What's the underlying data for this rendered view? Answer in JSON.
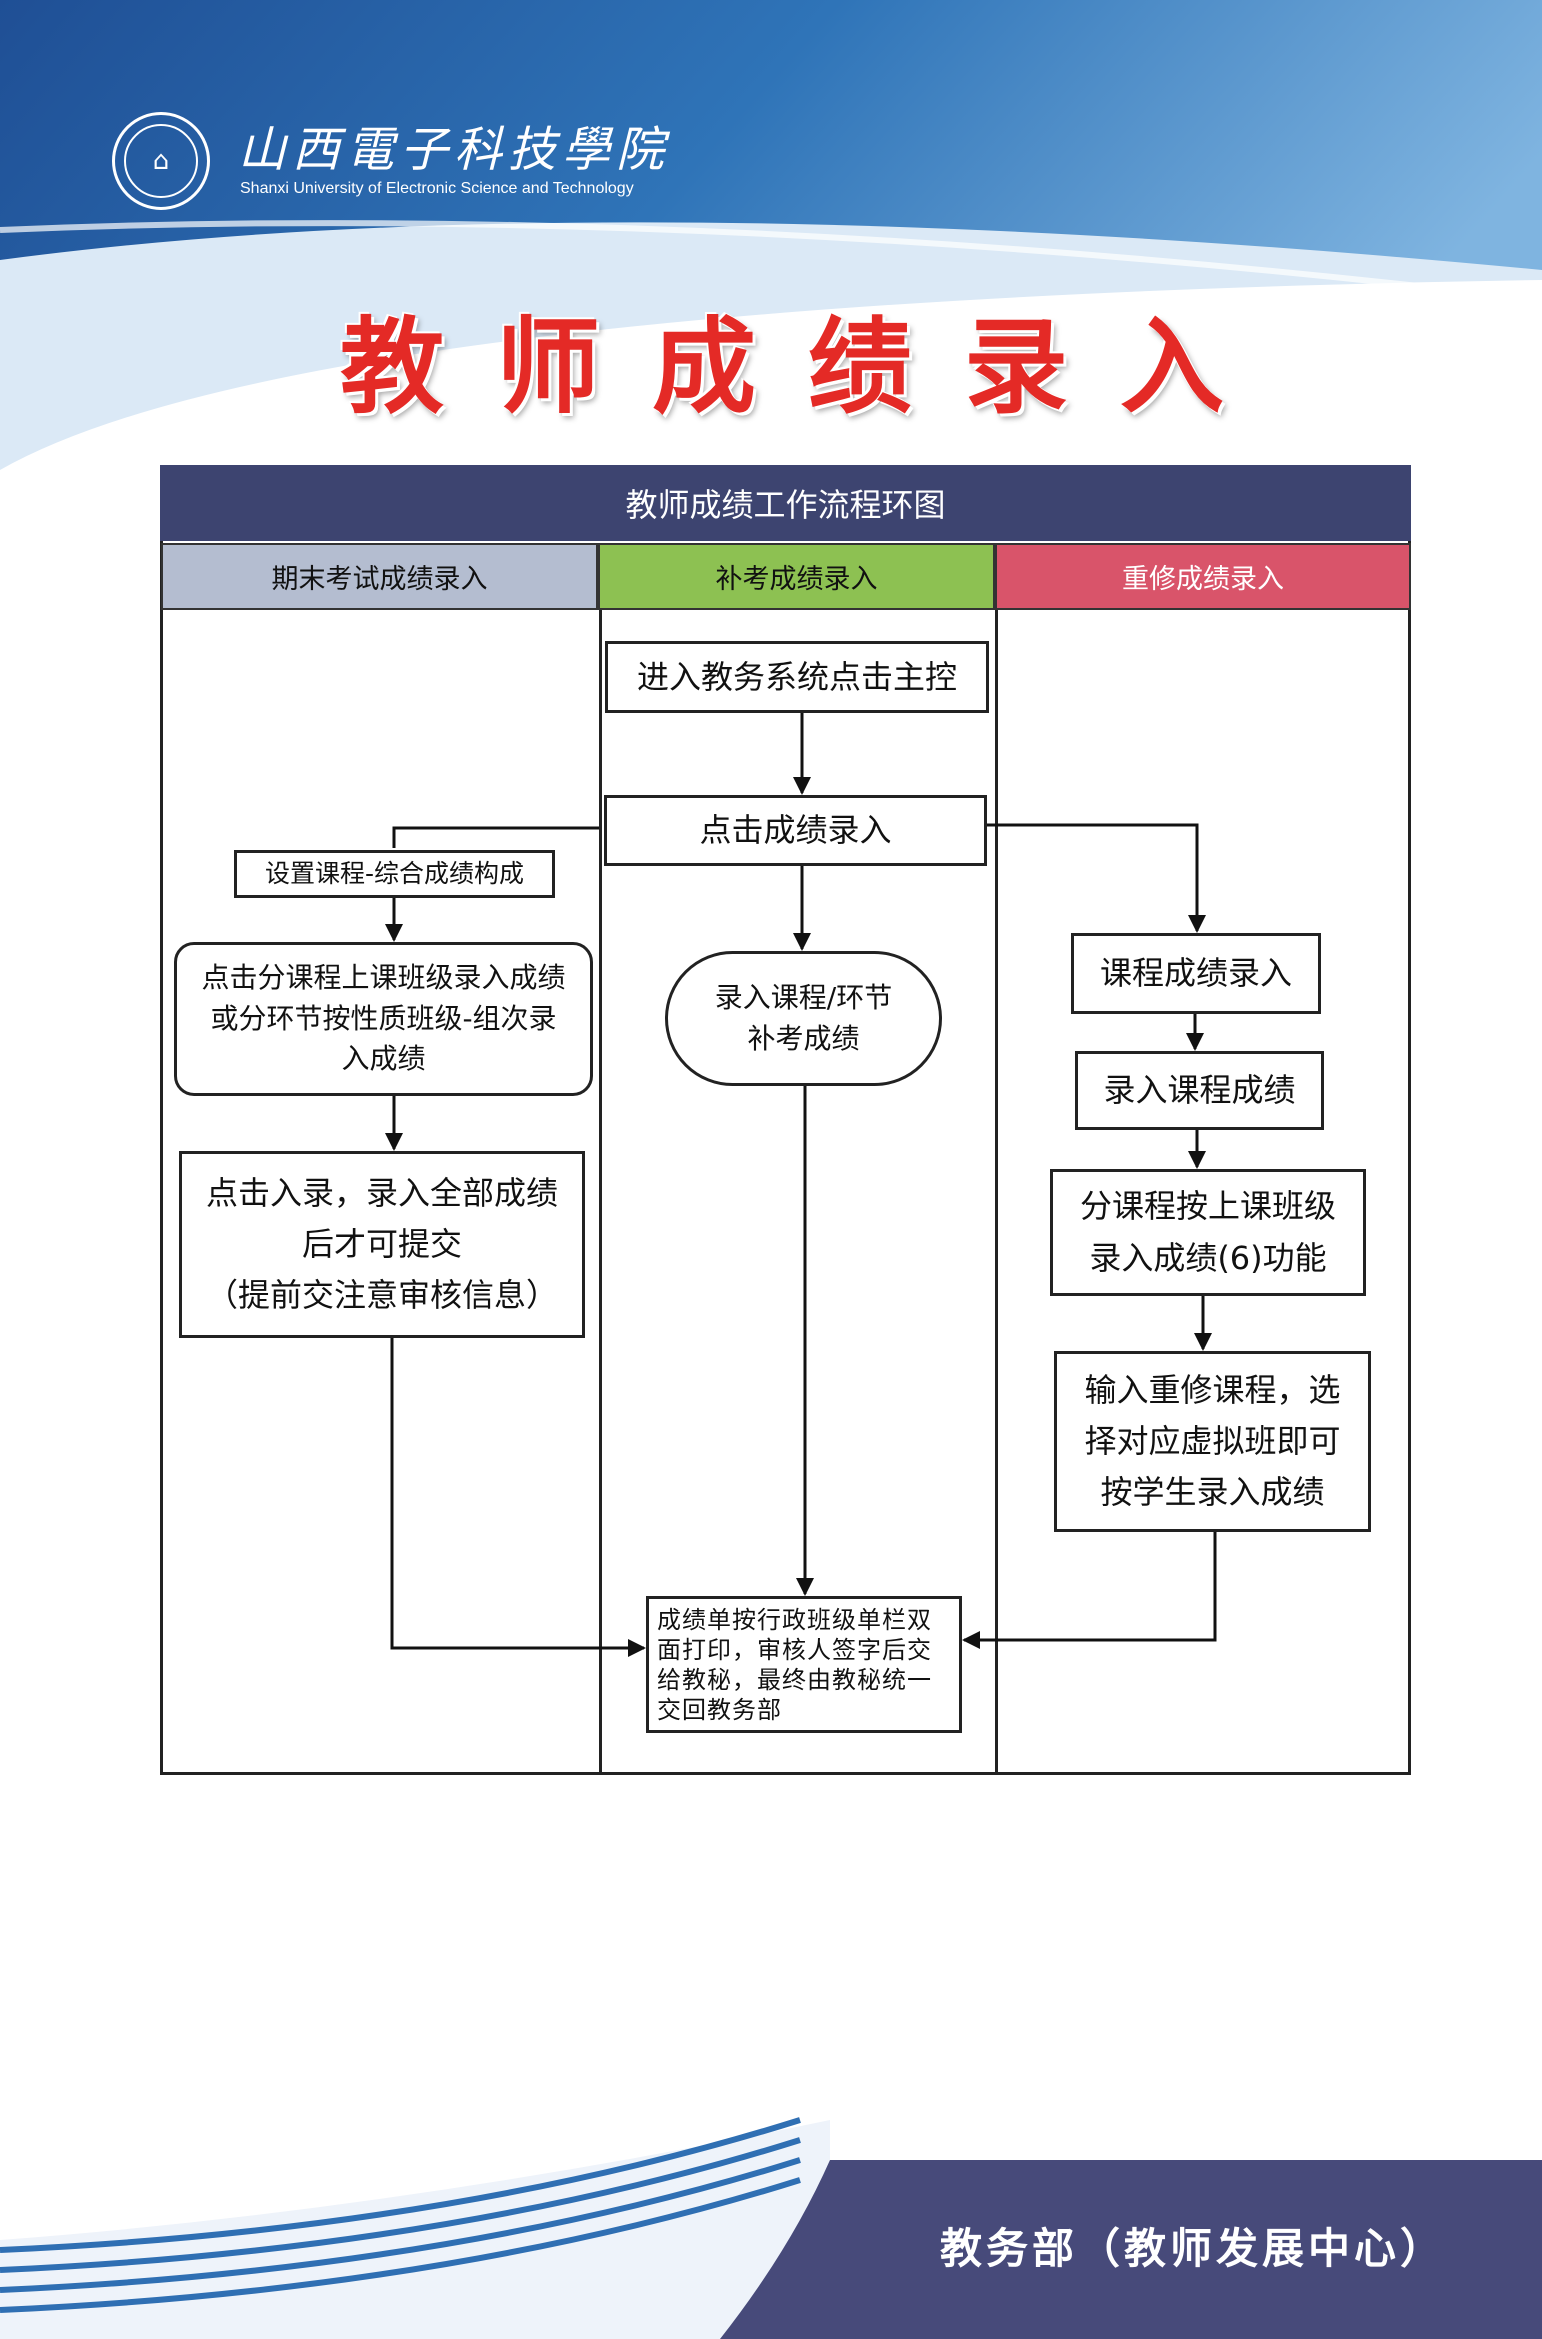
{
  "header": {
    "school_name_cn": "山西電子科技學院",
    "school_name_en": "Shanxi University of Electronic Science and Technology",
    "title": "教师成绩录入"
  },
  "flowchart": {
    "title": "教师成绩工作流程环图",
    "columns": [
      {
        "label": "期末考试成绩录入",
        "color": "#b4bdd0"
      },
      {
        "label": "补考成绩录入",
        "color": "#8dc152"
      },
      {
        "label": "重修成绩录入",
        "color": "#d9546a"
      }
    ],
    "steps": {
      "enter_system": "进入教务系统点击主控",
      "click_grade_entry": "点击成绩录入",
      "makeup_entry": "录入课程/环节\n补考成绩",
      "set_course": "设置课程-综合成绩构成",
      "click_by_course": "点击分课程上课班级录入成绩\n或分环节按性质班级-组次录\n入成绩",
      "enter_all": "点击入录，录入全部成绩\n后才可提交\n（提前交注意审核信息）",
      "course_grade_entry": "课程成绩录入",
      "enter_course_grade": "录入课程成绩",
      "by_class": "分课程按上课班级\n录入成绩(6)功能",
      "retake": "输入重修课程，选\n择对应虚拟班即可\n按学生录入成绩",
      "final": "成绩单按行政班级单栏双\n面打印，审核人签字后交\n给教秘，最终由教秘统一\n交回教务部"
    }
  },
  "footer": {
    "department": "教务部（教师发展中心）"
  }
}
